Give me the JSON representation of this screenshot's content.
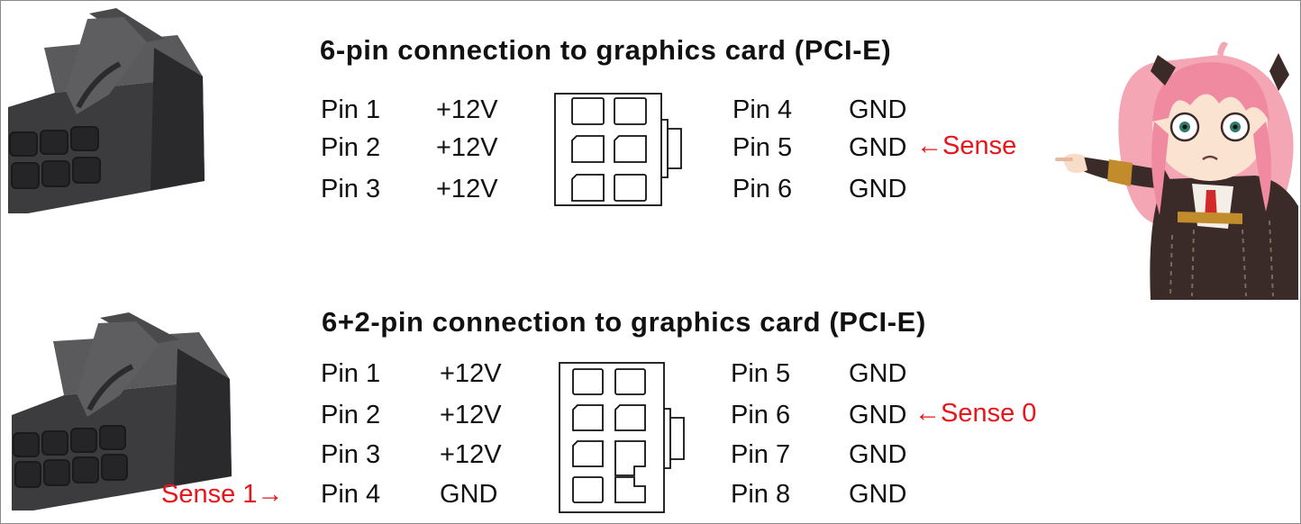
{
  "sections": [
    {
      "title": "6-pin connection to graphics card (PCI-E)",
      "left_pins": [
        {
          "pin": "Pin 1",
          "signal": "+12V"
        },
        {
          "pin": "Pin 2",
          "signal": "+12V"
        },
        {
          "pin": "Pin 3",
          "signal": "+12V"
        }
      ],
      "right_pins": [
        {
          "pin": "Pin 4",
          "signal": "GND",
          "note": ""
        },
        {
          "pin": "Pin 5",
          "signal": "GND",
          "note": "←Sense"
        },
        {
          "pin": "Pin 6",
          "signal": "GND",
          "note": ""
        }
      ]
    },
    {
      "title": "6+2-pin connection to graphics card (PCI-E)",
      "left_pins": [
        {
          "pin": "Pin 1",
          "signal": "+12V",
          "note": ""
        },
        {
          "pin": "Pin 2",
          "signal": "+12V",
          "note": ""
        },
        {
          "pin": "Pin 3",
          "signal": "+12V",
          "note": ""
        },
        {
          "pin": "Pin 4",
          "signal": "GND",
          "note": "Sense 1→"
        }
      ],
      "right_pins": [
        {
          "pin": "Pin 5",
          "signal": "GND",
          "note": ""
        },
        {
          "pin": "Pin 6",
          "signal": "GND",
          "note": "←Sense 0"
        },
        {
          "pin": "Pin 7",
          "signal": "GND",
          "note": ""
        },
        {
          "pin": "Pin 8",
          "signal": "GND",
          "note": ""
        }
      ]
    }
  ],
  "colors": {
    "text": "#111111",
    "annotation": "#e8151b",
    "connector_body": "#3a3a3c",
    "character_hair": "#f4a6b4",
    "character_dress": "#3a2a28"
  }
}
